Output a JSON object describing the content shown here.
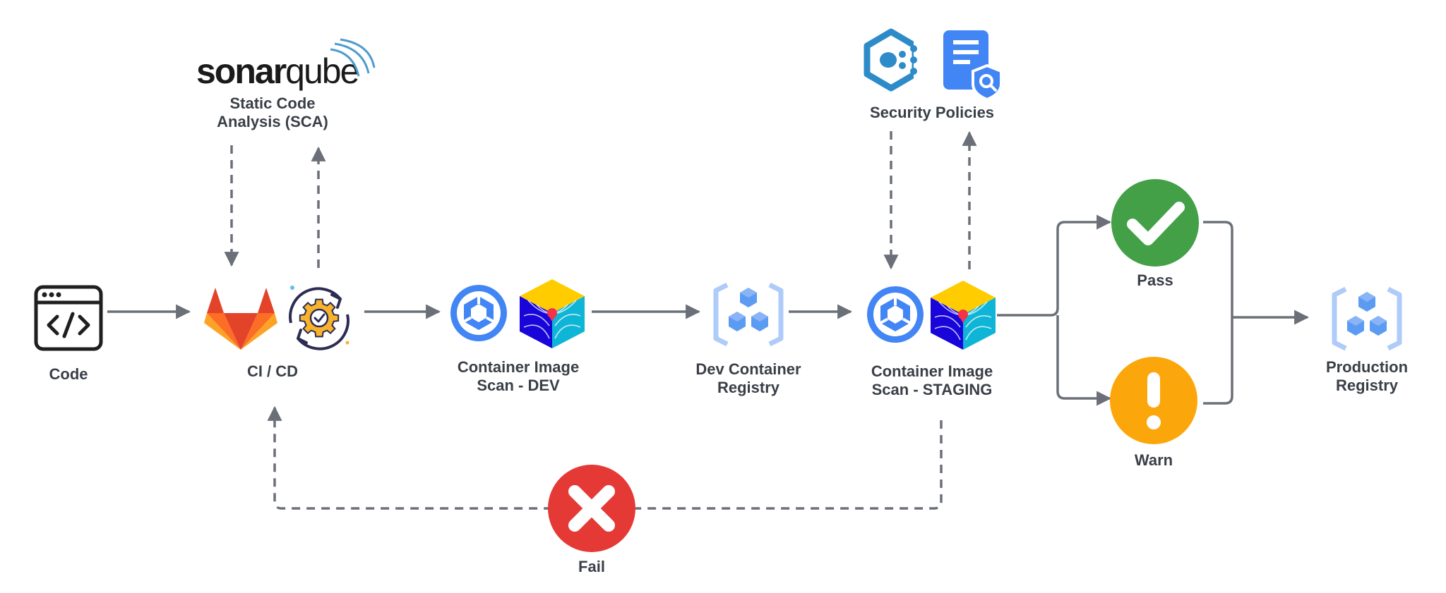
{
  "nodes": {
    "code": {
      "label": "Code"
    },
    "cicd": {
      "label": "CI / CD"
    },
    "sonarqube": {
      "logo_main": "sonar",
      "logo_thin": "qube",
      "label_line1": "Static Code",
      "label_line2": "Analysis (SCA)"
    },
    "scan_dev": {
      "label_line1": "Container Image",
      "label_line2": "Scan - DEV"
    },
    "dev_registry": {
      "label_line1": "Dev Container",
      "label_line2": "Registry"
    },
    "scan_staging": {
      "label_line1": "Container Image",
      "label_line2": "Scan - STAGING"
    },
    "security_policies": {
      "label": "Security Policies"
    },
    "pass": {
      "label": "Pass"
    },
    "warn": {
      "label": "Warn"
    },
    "fail": {
      "label": "Fail"
    },
    "prod_registry": {
      "label_line1": "Production",
      "label_line2": "Registry"
    }
  },
  "colors": {
    "edge": "#6b7078",
    "pass": "#43a047",
    "warn": "#fba70b",
    "fail": "#e53935",
    "gitlab": "#e24329",
    "registry_blue": "#5b9cf2",
    "scanner_blue": "#4285f4"
  },
  "icons": {
    "code": "code-window-icon",
    "gitlab": "gitlab-fox-icon",
    "cicd": "gear-cycle-icon",
    "scanner": "container-scan-icon",
    "trivy": "radar-cube-icon",
    "registry": "artifact-registry-icon",
    "security_a": "hexagon-stream-icon",
    "security_b": "document-shield-icon",
    "pass": "check-circle-icon",
    "warn": "exclamation-circle-icon",
    "fail": "x-circle-icon"
  }
}
